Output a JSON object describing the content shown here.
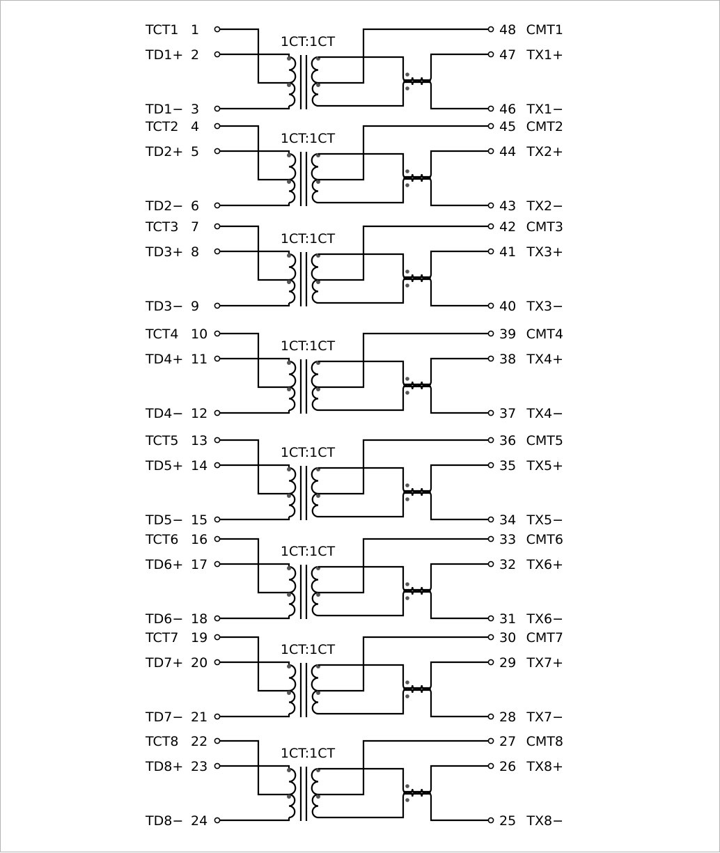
{
  "channels": [
    {
      "ratio": "1CT:1CT",
      "left": [
        {
          "name": "TCT1",
          "pin": "1"
        },
        {
          "name": "TD1+",
          "pin": "2"
        },
        {
          "name": "TD1−",
          "pin": "3"
        }
      ],
      "right": [
        {
          "pin": "48",
          "name": "CMT1"
        },
        {
          "pin": "47",
          "name": "TX1+"
        },
        {
          "pin": "46",
          "name": "TX1−"
        }
      ]
    },
    {
      "ratio": "1CT:1CT",
      "left": [
        {
          "name": "TCT2",
          "pin": "4"
        },
        {
          "name": "TD2+",
          "pin": "5"
        },
        {
          "name": "TD2−",
          "pin": "6"
        }
      ],
      "right": [
        {
          "pin": "45",
          "name": "CMT2"
        },
        {
          "pin": "44",
          "name": "TX2+"
        },
        {
          "pin": "43",
          "name": "TX2−"
        }
      ]
    },
    {
      "ratio": "1CT:1CT",
      "left": [
        {
          "name": "TCT3",
          "pin": "7"
        },
        {
          "name": "TD3+",
          "pin": "8"
        },
        {
          "name": "TD3−",
          "pin": "9"
        }
      ],
      "right": [
        {
          "pin": "42",
          "name": "CMT3"
        },
        {
          "pin": "41",
          "name": "TX3+"
        },
        {
          "pin": "40",
          "name": "TX3−"
        }
      ]
    },
    {
      "ratio": "1CT:1CT",
      "left": [
        {
          "name": "TCT4",
          "pin": "10"
        },
        {
          "name": "TD4+",
          "pin": "11"
        },
        {
          "name": "TD4−",
          "pin": "12"
        }
      ],
      "right": [
        {
          "pin": "39",
          "name": "CMT4"
        },
        {
          "pin": "38",
          "name": "TX4+"
        },
        {
          "pin": "37",
          "name": "TX4−"
        }
      ]
    },
    {
      "ratio": "1CT:1CT",
      "left": [
        {
          "name": "TCT5",
          "pin": "13"
        },
        {
          "name": "TD5+",
          "pin": "14"
        },
        {
          "name": "TD5−",
          "pin": "15"
        }
      ],
      "right": [
        {
          "pin": "36",
          "name": "CMT5"
        },
        {
          "pin": "35",
          "name": "TX5+"
        },
        {
          "pin": "34",
          "name": "TX5−"
        }
      ]
    },
    {
      "ratio": "1CT:1CT",
      "left": [
        {
          "name": "TCT6",
          "pin": "16"
        },
        {
          "name": "TD6+",
          "pin": "17"
        },
        {
          "name": "TD6−",
          "pin": "18"
        }
      ],
      "right": [
        {
          "pin": "33",
          "name": "CMT6"
        },
        {
          "pin": "32",
          "name": "TX6+"
        },
        {
          "pin": "31",
          "name": "TX6−"
        }
      ]
    },
    {
      "ratio": "1CT:1CT",
      "left": [
        {
          "name": "TCT7",
          "pin": "19"
        },
        {
          "name": "TD7+",
          "pin": "20"
        },
        {
          "name": "TD7−",
          "pin": "21"
        }
      ],
      "right": [
        {
          "pin": "30",
          "name": "CMT7"
        },
        {
          "pin": "29",
          "name": "TX7+"
        },
        {
          "pin": "28",
          "name": "TX7−"
        }
      ]
    },
    {
      "ratio": "1CT:1CT",
      "left": [
        {
          "name": "TCT8",
          "pin": "22"
        },
        {
          "name": "TD8+",
          "pin": "23"
        },
        {
          "name": "TD8−",
          "pin": "24"
        }
      ],
      "right": [
        {
          "pin": "27",
          "name": "CMT8"
        },
        {
          "pin": "26",
          "name": "TX8+"
        },
        {
          "pin": "25",
          "name": "TX8−"
        }
      ]
    }
  ],
  "colors": {
    "line": "#000000",
    "background": "#ffffff",
    "frame": "#b4b4b4",
    "dot": "#555555"
  }
}
